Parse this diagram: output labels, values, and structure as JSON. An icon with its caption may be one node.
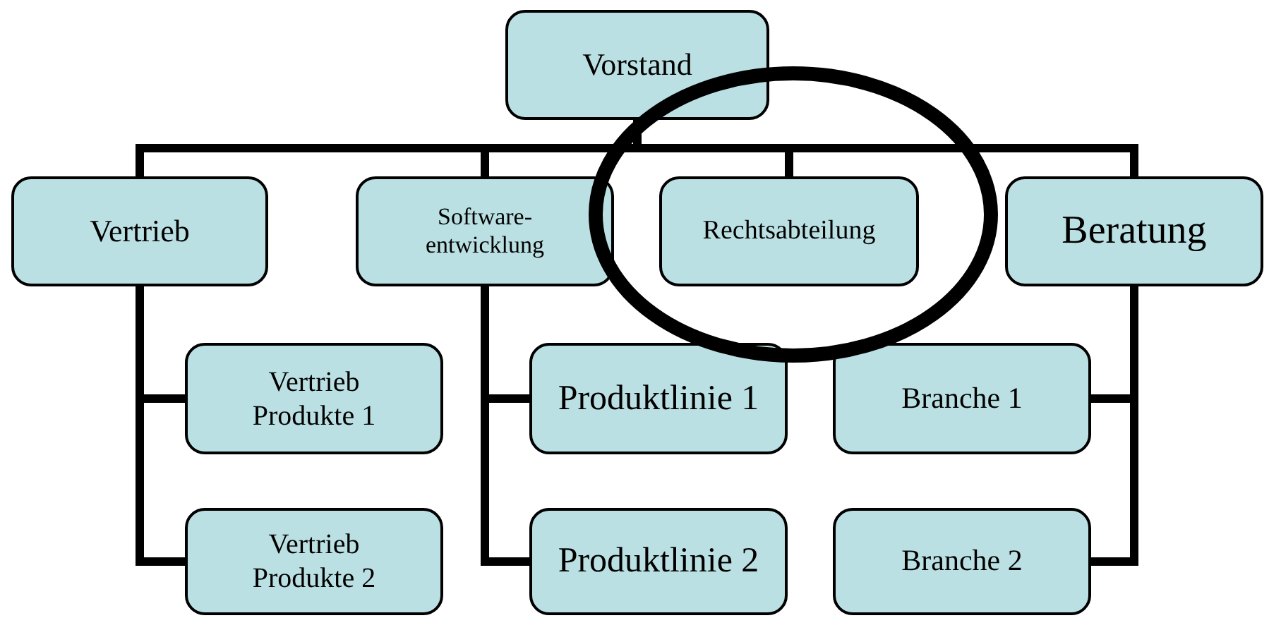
{
  "diagram": {
    "nodes": [
      {
        "text": [
          "Vorstand"
        ]
      },
      {
        "text": [
          "Vertrieb"
        ]
      },
      {
        "text": [
          "Software- entwicklung"
        ]
      },
      {
        "text": [
          "Rechtsabteilung"
        ]
      },
      {
        "text": [
          "Beratung"
        ]
      },
      {
        "text": [
          "Vertrieb Produkte 1"
        ]
      },
      {
        "text": [
          "Vertrieb Produkte 2"
        ]
      },
      {
        "text": [
          "Produktlinie 1"
        ]
      },
      {
        "text": [
          "Produktlinie 2"
        ]
      },
      {
        "text": [
          "Branche 1"
        ]
      },
      {
        "text": [
          "Branche 2"
        ]
      }
    ],
    "edges": [
      {
        "from": 0,
        "to": 1,
        "arrow": "none"
      },
      {
        "from": 0,
        "to": 2,
        "arrow": "none"
      },
      {
        "from": 0,
        "to": 3,
        "arrow": "none"
      },
      {
        "from": 0,
        "to": 4,
        "arrow": "none"
      },
      {
        "from": 1,
        "to": 5,
        "arrow": "none"
      },
      {
        "from": 1,
        "to": 6,
        "arrow": "none"
      },
      {
        "from": 2,
        "to": 7,
        "arrow": "none"
      },
      {
        "from": 2,
        "to": 8,
        "arrow": "none"
      },
      {
        "from": 4,
        "to": 9,
        "arrow": "none"
      },
      {
        "from": 4,
        "to": 10,
        "arrow": "none"
      }
    ]
  }
}
